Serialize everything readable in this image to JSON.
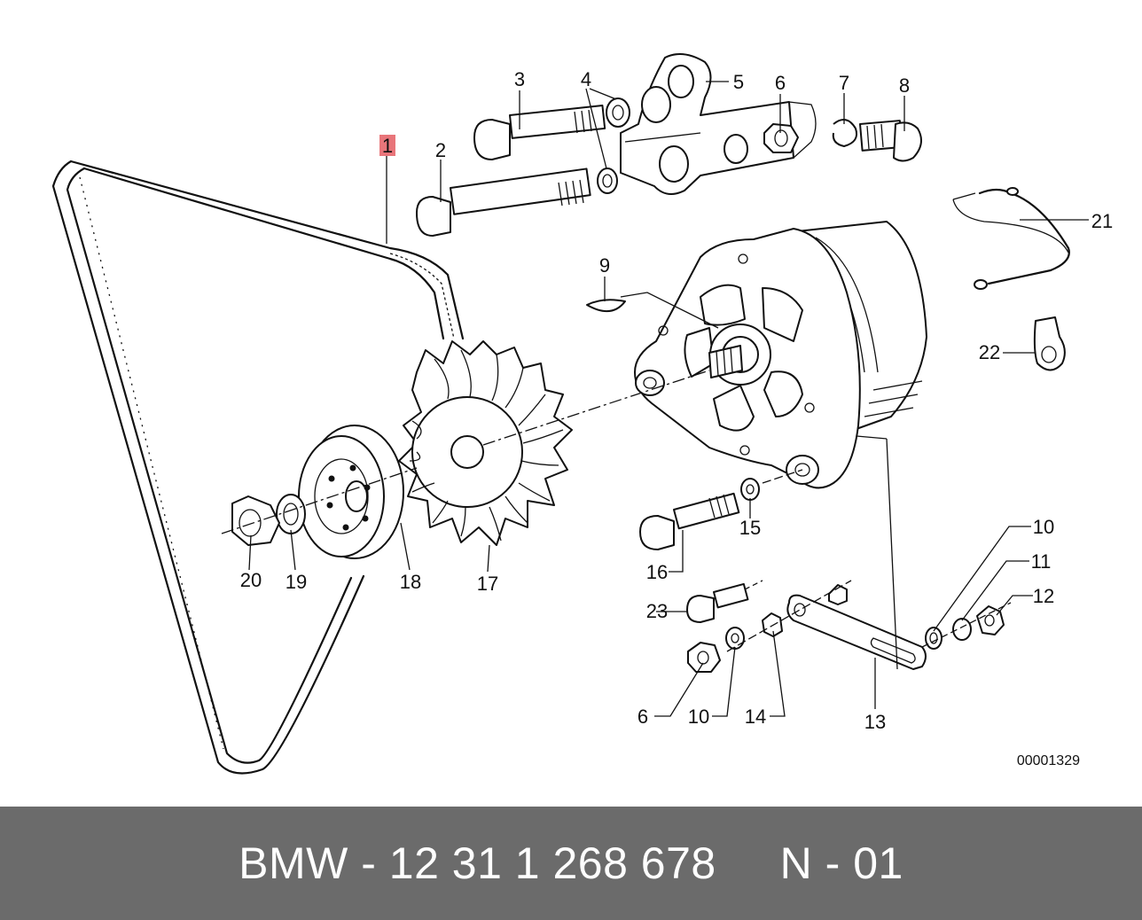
{
  "diagram": {
    "callouts": [
      "1",
      "2",
      "3",
      "4",
      "5",
      "6",
      "7",
      "8",
      "9",
      "10",
      "11",
      "12",
      "13",
      "14",
      "15",
      "16",
      "17",
      "18",
      "19",
      "20",
      "21",
      "22",
      "23",
      "6",
      "10"
    ],
    "drawing_number": "00001329",
    "highlight_color": "#e8757a"
  },
  "footer": {
    "text": "BMW - 12 31 1 268 678     N - 01",
    "background_color": "#6b6b6b"
  }
}
